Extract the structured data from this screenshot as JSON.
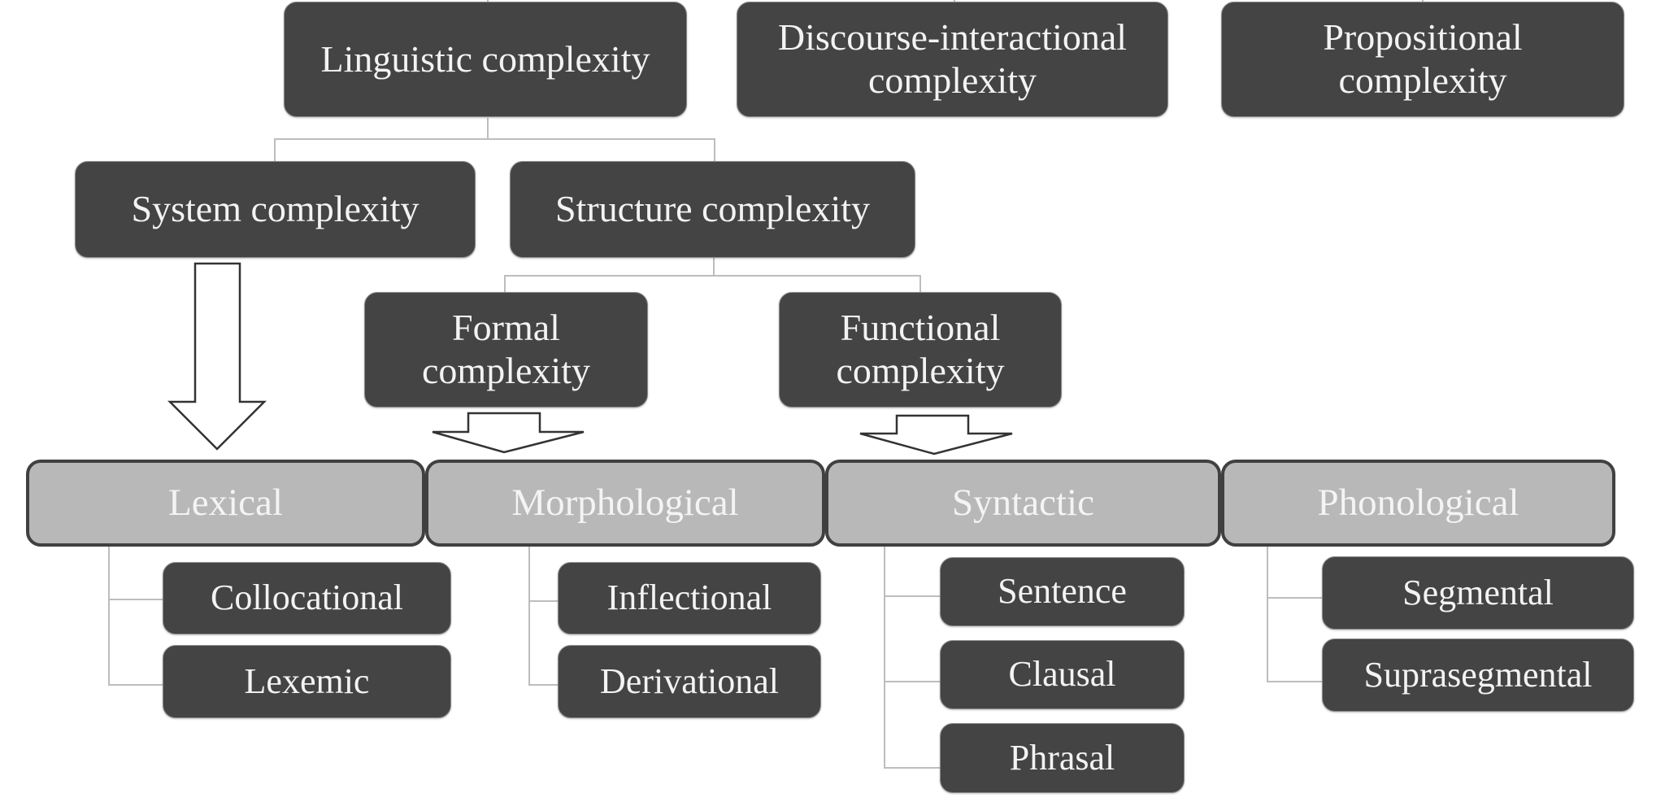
{
  "diagram": {
    "title": "Linguistic complexity taxonomy",
    "colors": {
      "node_fill": "#444444",
      "node_text": "#f3f3f3",
      "category_fill": "#b8b8b8",
      "category_border": "#404040",
      "connector": "#bdbdbd",
      "arrow_stroke": "#333333"
    },
    "top_level": [
      {
        "id": "linguistic",
        "label": "Linguistic complexity"
      },
      {
        "id": "discourse",
        "label": "Discourse-interactional\ncomplexity"
      },
      {
        "id": "propositional",
        "label": "Propositional\ncomplexity"
      }
    ],
    "second_level": [
      {
        "id": "system",
        "label": "System complexity",
        "parent": "linguistic"
      },
      {
        "id": "structure",
        "label": "Structure complexity",
        "parent": "linguistic"
      }
    ],
    "third_level": [
      {
        "id": "formal",
        "label": "Formal\ncomplexity",
        "parent": "structure"
      },
      {
        "id": "functional",
        "label": "Functional\ncomplexity",
        "parent": "structure"
      }
    ],
    "arrows": [
      {
        "from": "system",
        "to": "lexical"
      },
      {
        "from": "formal",
        "to": "morphological"
      },
      {
        "from": "functional",
        "to": "syntactic"
      }
    ],
    "categories": [
      {
        "id": "lexical",
        "label": "Lexical",
        "children": [
          "Collocational",
          "Lexemic"
        ]
      },
      {
        "id": "morphological",
        "label": "Morphological",
        "children": [
          "Inflectional",
          "Derivational"
        ]
      },
      {
        "id": "syntactic",
        "label": "Syntactic",
        "children": [
          "Sentence",
          "Clausal",
          "Phrasal"
        ]
      },
      {
        "id": "phonological",
        "label": "Phonological",
        "children": [
          "Segmental",
          "Suprasegmental"
        ]
      }
    ]
  }
}
